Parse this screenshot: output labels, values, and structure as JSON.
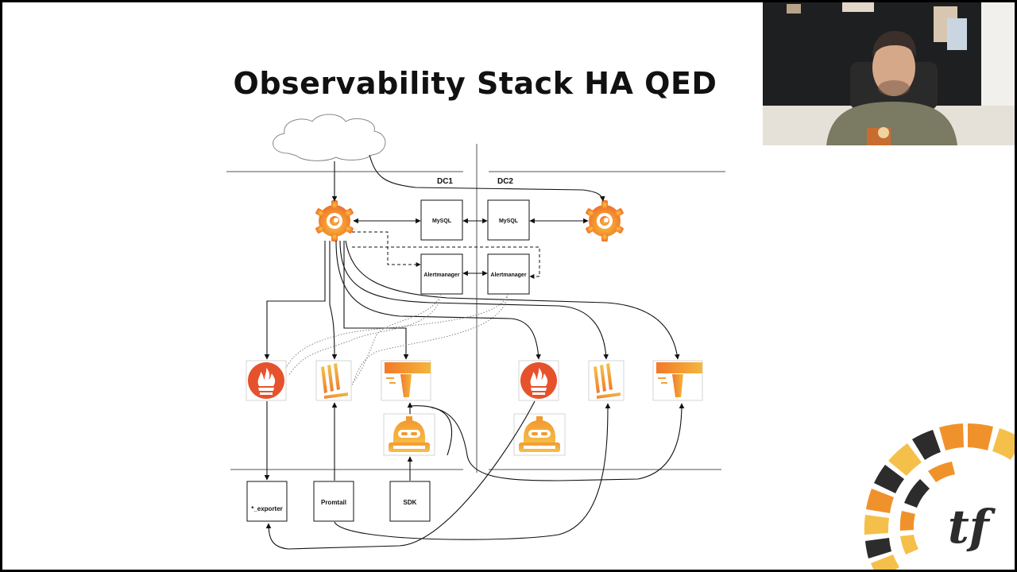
{
  "slide": {
    "title": "Observability Stack HA QED"
  },
  "diagram": {
    "dc1_label": "DC1",
    "dc2_label": "DC2",
    "dc1_mysql": "MySQL",
    "dc2_mysql": "MySQL",
    "dc1_alertmanager": "Alertmanager",
    "dc2_alertmanager": "Alertmanager",
    "exporter": "*_exporter",
    "promtail": "Promtail",
    "sdk": "SDK"
  },
  "colors": {
    "accent_orange": "#f0922b",
    "prometheus_red": "#e6522c",
    "logo_dark": "#2c2c2c",
    "logo_yellow": "#f5c04a"
  },
  "icons": {
    "grafana": "grafana-icon",
    "prometheus": "prometheus-icon",
    "loki": "loki-icon",
    "tempo": "tempo-icon",
    "agent": "agent-robot-icon",
    "cloud": "cloud-icon"
  }
}
